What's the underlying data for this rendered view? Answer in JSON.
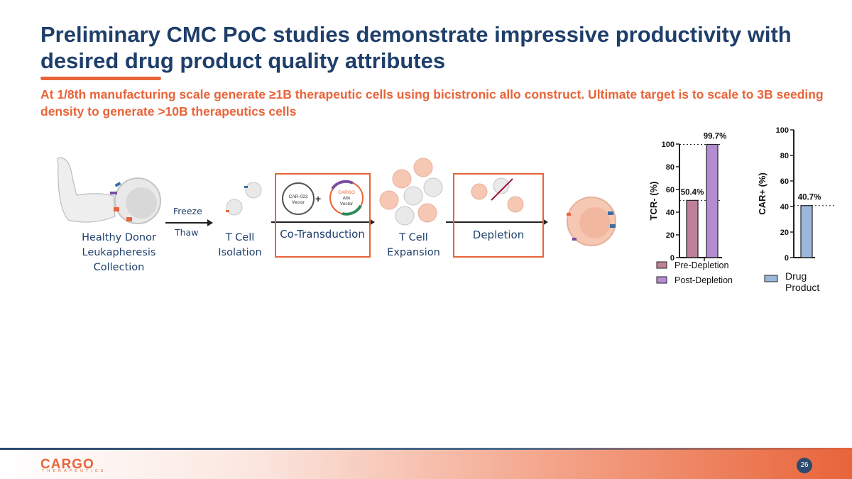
{
  "slide": {
    "title": "Preliminary CMC PoC studies demonstrate impressive productivity with desired drug product quality attributes",
    "subtitle": "At 1/8th  manufacturing scale generate ≥1B therapeutic cells using bicistronic allo construct. Ultimate target is to scale to 3B seeding density to generate >10B therapeutics cells",
    "page_number": "26"
  },
  "process": {
    "step1_line1": "Healthy Donor",
    "step1_line2": "Leukapheresis Collection",
    "freeze": "Freeze",
    "thaw": "Thaw",
    "step2_line1": "T Cell",
    "step2_line2": "Isolation",
    "step3": "Co-Transduction",
    "vector1_line1": "CAR-023",
    "vector1_line2": "Vector",
    "vector2_line1": "CARGO",
    "vector2_line2": "Allo",
    "vector2_line3": "Vector",
    "plus": "+",
    "step4_line1": "T Cell",
    "step4_line2": "Expansion",
    "step5": "Depletion"
  },
  "chart_data": [
    {
      "type": "bar",
      "categories": [
        "Pre-Depletion",
        "Post-Depletion"
      ],
      "values": [
        50.4,
        99.7
      ],
      "data_labels": [
        "50.4%",
        "99.7%"
      ],
      "ylabel": "TCR- (%)",
      "ylim": [
        0,
        100
      ],
      "yticks": [
        "0",
        "20",
        "40",
        "60",
        "80",
        "100"
      ],
      "legend": [
        "Pre-Depletion",
        "Post-Depletion"
      ],
      "legend_position": "bottom",
      "colors": [
        "#c0809a",
        "#b38cd1"
      ],
      "grid": false
    },
    {
      "type": "bar",
      "categories": [
        "Drug Product"
      ],
      "values": [
        40.7
      ],
      "data_labels": [
        "40.7%"
      ],
      "ylabel": "CAR+ (%)",
      "ylim": [
        0,
        100
      ],
      "yticks": [
        "0",
        "20",
        "40",
        "60",
        "80",
        "100"
      ],
      "legend": [
        "Drug Product"
      ],
      "legend_position": "bottom",
      "colors": [
        "#9bb8dc"
      ],
      "grid": false
    }
  ],
  "footer": {
    "logo": "CARGO",
    "logo_sub": "THERAPEUTICS"
  },
  "colors": {
    "title": "#1f3f6b",
    "accent": "#e8643a"
  }
}
